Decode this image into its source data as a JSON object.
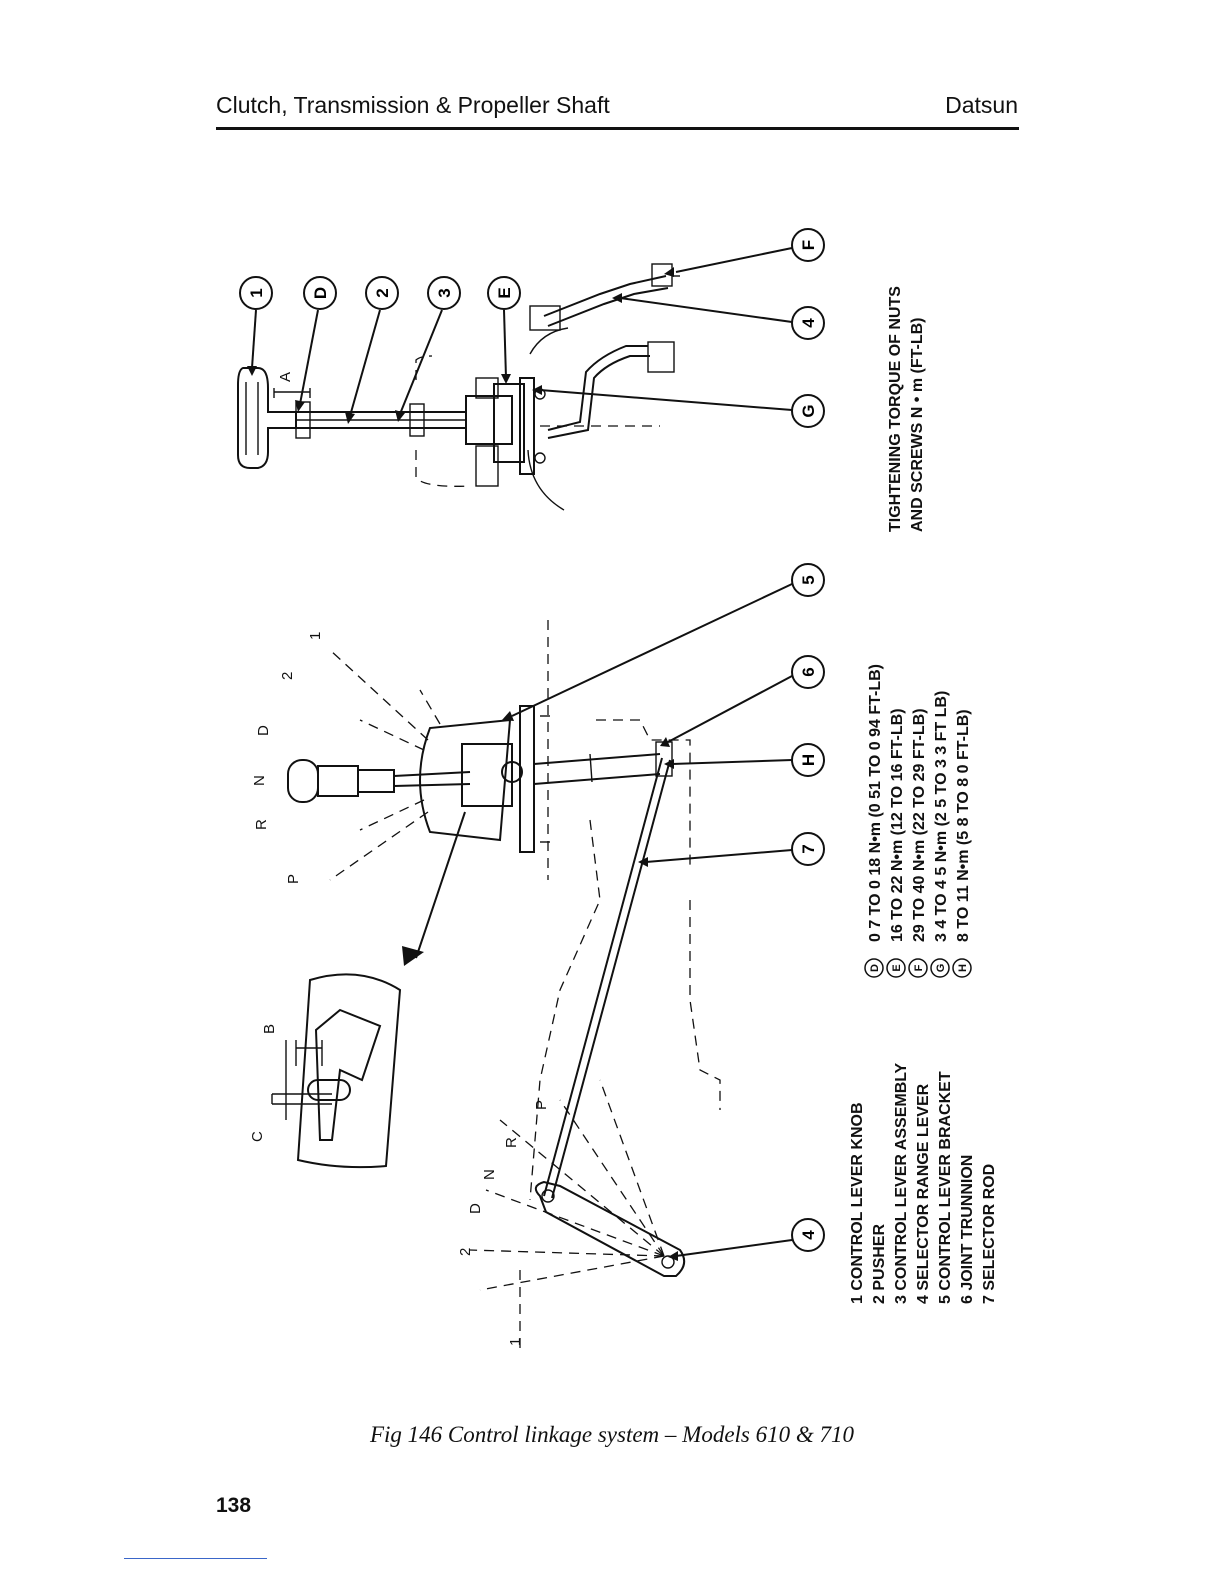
{
  "header": {
    "title": "Clutch, Transmission & Propeller Shaft",
    "brand": "Datsun"
  },
  "figure": {
    "caption": "Fig 146  Control linkage system – Models 610 & 710",
    "callouts": {
      "c1": "1",
      "c2": "2",
      "c3": "3",
      "c4a": "4",
      "c4b": "4",
      "c5": "5",
      "c6": "6",
      "c7": "7",
      "cD": "D",
      "cE": "E",
      "cF": "F",
      "cG": "G",
      "cH": "H"
    },
    "drawing_letters": {
      "A": "A",
      "B": "B",
      "C": "C",
      "P1": "P",
      "R1": "R",
      "N1": "N",
      "D1": "D",
      "two1": "2",
      "one1": "1",
      "P2": "P",
      "R2": "R",
      "N2": "N",
      "D2": "D",
      "two2": "2",
      "one2": "1"
    },
    "parts_legend": [
      "1 CONTROL LEVER KNOB",
      "2 PUSHER",
      "3 CONTROL LEVER ASSEMBLY",
      "4 SELECTOR RANGE LEVER",
      "5 CONTROL LEVER BRACKET",
      "6 JOINT TRUNNION",
      "7 SELECTOR ROD"
    ],
    "torque_legend": [
      {
        "key": "D",
        "text": "0 7 TO 0 18 N•m (0 51 TO 0 94 FT-LB)"
      },
      {
        "key": "E",
        "text": "16 TO 22 N•m (12 TO 16 FT-LB)"
      },
      {
        "key": "F",
        "text": "29 TO 40 N•m (22  TO 29 FT-LB)"
      },
      {
        "key": "G",
        "text": "3 4 TO 4 5 N•m (2 5 TO 3 3 FT LB)"
      },
      {
        "key": "H",
        "text": "8 TO 11 N•m (5 8 TO 8 0 FT-LB)"
      }
    ],
    "torque_title": [
      "TIGHTENING TORQUE OF NUTS",
      "AND SCREWS N • m (FT-LB)"
    ]
  },
  "page_number": "138"
}
